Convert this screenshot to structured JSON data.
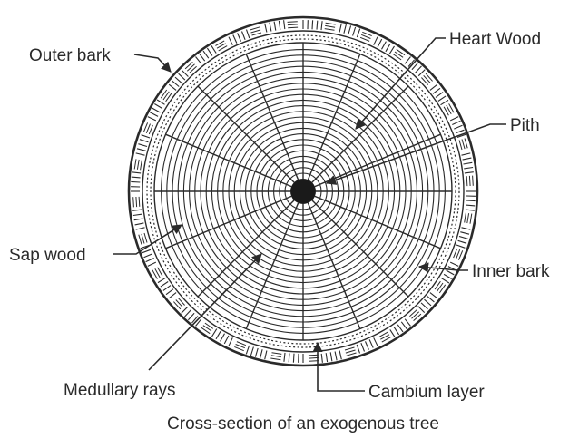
{
  "labels": {
    "outer_bark": "Outer bark",
    "heart_wood": "Heart Wood",
    "pith": "Pith",
    "sap_wood": "Sap wood",
    "inner_bark": "Inner bark",
    "medullary_rays": "Medullary rays",
    "cambium_layer": "Cambium layer"
  },
  "caption": "Cross-section of an exogenous tree",
  "colors": {
    "ink": "#2a2a2a",
    "paper": "#ffffff"
  }
}
